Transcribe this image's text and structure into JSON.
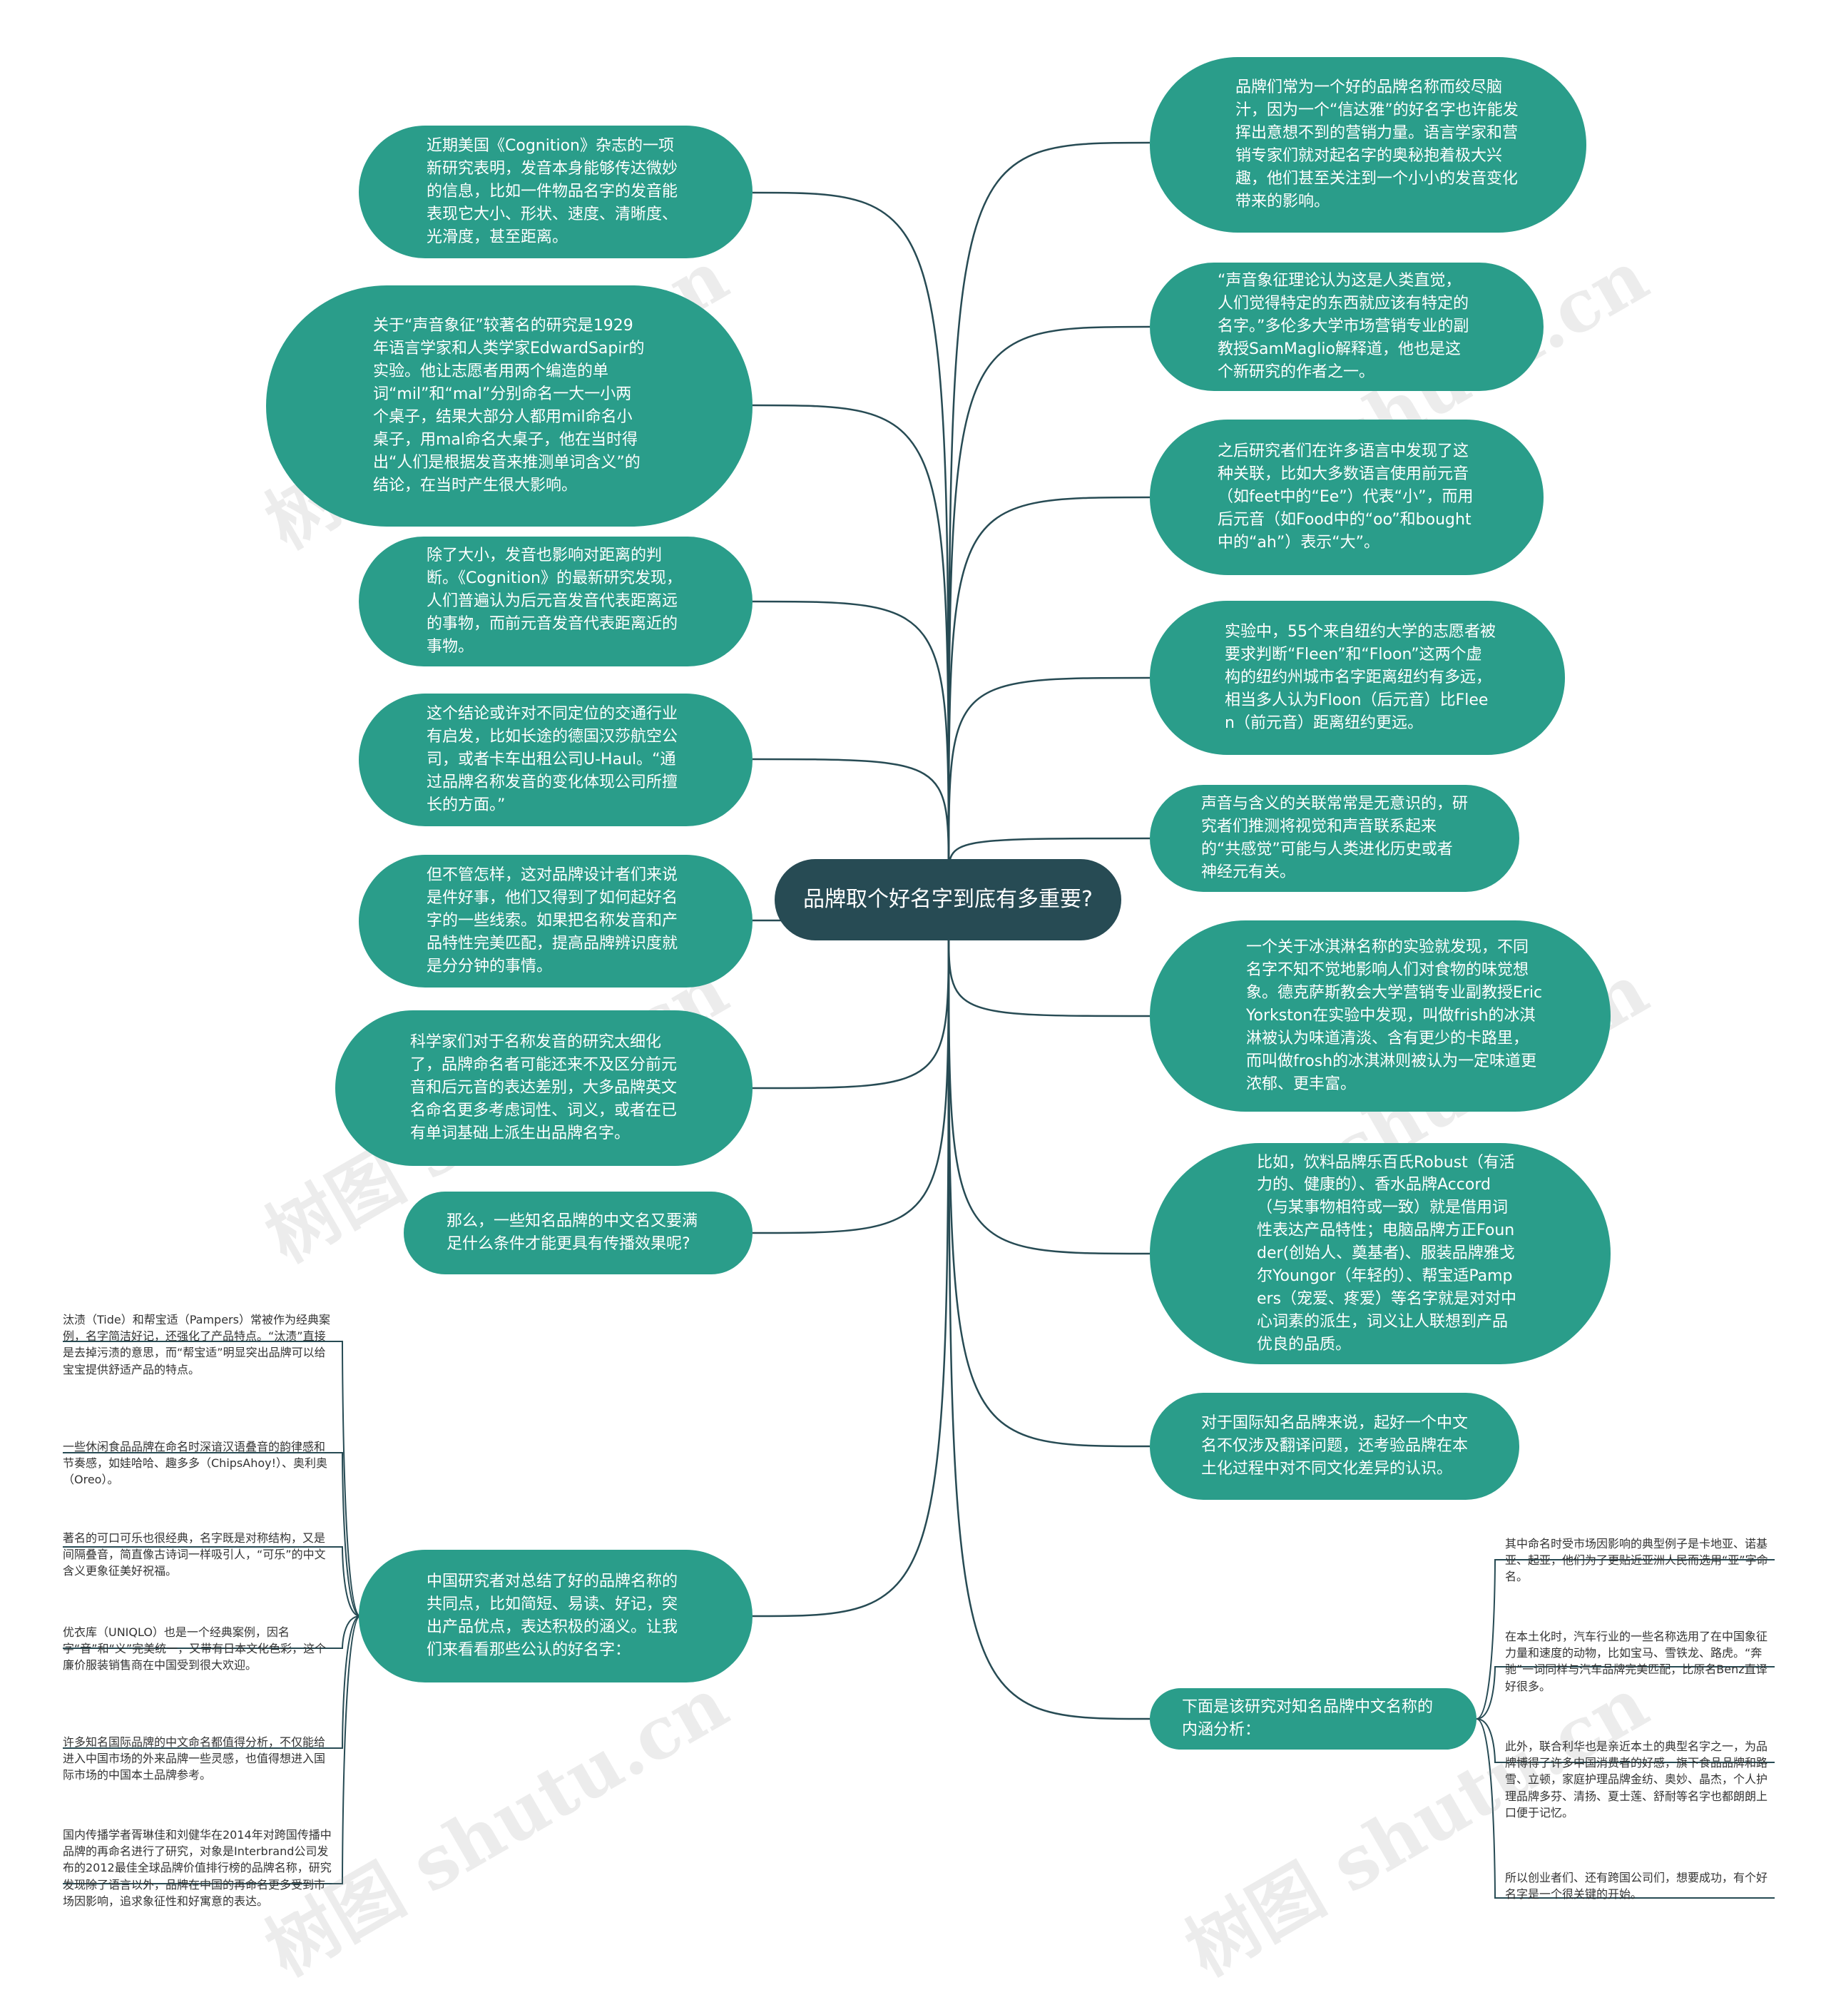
{
  "root": {
    "text": "品牌取个好名字到底有多重要?"
  },
  "left_nodes": [
    {
      "text": "近期美国《Cognition》杂志的一项新研究表明，发音本身能够传达微妙的信息，比如一件物品名字的发音能表现它大小、形状、速度、清晰度、光滑度，甚至距离。"
    },
    {
      "text": "关于“声音象征”较著名的研究是1929年语言学家和人类学家EdwardSapir的实验。他让志愿者用两个编造的单词“mil”和“mal”分别命名一大一小两个桌子，结果大部分人都用mil命名小桌子，用mal命名大桌子，他在当时得出“人们是根据发音来推测单词含义”的结论，在当时产生很大影响。"
    },
    {
      "text": "除了大小，发音也影响对距离的判断。《Cognition》的最新研究发现，人们普遍认为后元音发音代表距离远的事物，而前元音发音代表距离近的事物。"
    },
    {
      "text": "这个结论或许对不同定位的交通行业有启发，比如长途的德国汉莎航空公司，或者卡车出租公司U-Haul。“通过品牌名称发音的变化体现公司所擅长的方面。”"
    },
    {
      "text": "但不管怎样，这对品牌设计者们来说是件好事，他们又得到了如何起好名字的一些线索。如果把名称发音和产品特性完美匹配，提高品牌辨识度就是分分钟的事情。"
    },
    {
      "text": "科学家们对于名称发音的研究太细化了，品牌命名者可能还来不及区分前元音和后元音的表达差别，大多品牌英文名命名更多考虑词性、词义，或者在已有单词基础上派生出品牌名字。"
    },
    {
      "text": "那么，一些知名品牌的中文名又要满足什么条件才能更具有传播效果呢?"
    },
    {
      "text": "中国研究者对总结了好的品牌名称的共同点，比如简短、易读、好记，突出产品优点，表达积极的涵义。让我们来看看那些公认的好名字："
    }
  ],
  "right_nodes": [
    {
      "text": "品牌们常为一个好的品牌名称而绞尽脑汁，因为一个“信达雅”的好名字也许能发挥出意想不到的营销力量。语言学家和营销专家们就对起名字的奥秘抱着极大兴趣，他们甚至关注到一个小小的发音变化带来的影响。"
    },
    {
      "text": "“声音象征理论认为这是人类直觉，人们觉得特定的东西就应该有特定的名字。”多伦多大学市场营销专业的副教授SamMaglio解释道，他也是这个新研究的作者之一。"
    },
    {
      "text": "之后研究者们在许多语言中发现了这种关联，比如大多数语言使用前元音（如feet中的“Ee”）代表“小”，而用后元音（如Food中的“oo”和bought中的“ah”）表示“大”。"
    },
    {
      "text": "实验中，55个来自纽约大学的志愿者被要求判断“Fleen”和“Floon”这两个虚构的纽约州城市名字距离纽约有多远，相当多人认为Floon（后元音）比Fleen（前元音）距离纽约更远。"
    },
    {
      "text": "声音与含义的关联常常是无意识的，研究者们推测将视觉和声音联系起来的“共感觉”可能与人类进化历史或者神经元有关。"
    },
    {
      "text": "一个关于冰淇淋名称的实验就发现，不同名字不知不觉地影响人们对食物的味觉想象。德克萨斯教会大学营销专业副教授EricYorkston在实验中发现，叫做frish的冰淇淋被认为味道清淡、含有更少的卡路里，而叫做frosh的冰淇淋则被认为一定味道更浓郁、更丰富。"
    },
    {
      "text": "比如，饮料品牌乐百氏Robust（有活力的、健康的）、香水品牌Accord（与某事物相符或一致）就是借用词性表达产品特性；电脑品牌方正Founder(创始人、奠基者)、服装品牌雅戈尔Youngor（年轻的）、帮宝适Pampers（宠爱、疼爱）等名字就是对对中心词素的派生，词义让人联想到产品优良的品质。"
    },
    {
      "text": "对于国际知名品牌来说，起好一个中文名不仅涉及翻译问题，还考验品牌在本土化过程中对不同文化差异的认识。"
    },
    {
      "text": "下面是该研究对知名品牌中文名称的内涵分析："
    }
  ],
  "left_leaves": [
    {
      "text": "汰渍（Tide）和帮宝适（Pampers）常被作为经典案例，名字简洁好记，还强化了产品特点。“汰渍”直接是去掉污渍的意思，而“帮宝适”明显突出品牌可以给宝宝提供舒适产品的特点。"
    },
    {
      "text": "一些休闲食品品牌在命名时深谙汉语叠音的韵律感和节奏感，如娃哈哈、趣多多（ChipsAhoy!）、奥利奥（Oreo）。"
    },
    {
      "text": "著名的可口可乐也很经典，名字既是对称结构，又是间隔叠音，简直像古诗词一样吸引人，“可乐”的中文含义更象征美好祝福。"
    },
    {
      "text": "优衣库（UNIQLO）也是一个经典案例，因名字“音”和“义”完美统一，又带有日本文化色彩，这个廉价服装销售商在中国受到很大欢迎。"
    },
    {
      "text": "许多知名国际品牌的中文命名都值得分析，不仅能给进入中国市场的外来品牌一些灵感，也值得想进入国际市场的中国本土品牌参考。"
    },
    {
      "text": "国内传播学者胥琳佳和刘健华在2014年对跨国传播中品牌的再命名进行了研究，对象是Interbrand公司发布的2012最佳全球品牌价值排行榜的品牌名称，研究发现除了语言以外，品牌在中国的再命名更多受到市场因影响，追求象征性和好寓意的表达。"
    }
  ],
  "right_leaves": [
    {
      "text": "其中命名时受市场因影响的典型例子是卡地亚、诺基亚、起亚，他们为了更贴近亚洲人民而选用“亚”字命名。"
    },
    {
      "text": "在本土化时，汽车行业的一些名称选用了在中国象征力量和速度的动物，比如宝马、雪铁龙、路虎。“奔驰”一词同样与汽车品牌完美匹配，比原名Benz直译好很多。"
    },
    {
      "text": "此外，联合利华也是亲近本土的典型名字之一，为品牌博得了许多中国消费者的好感，旗下食品品牌和路雪、立顿，家庭护理品牌金纺、奥妙、晶杰，个人护理品牌多芬、清扬、夏士莲、舒耐等名字也都朗朗上口便于记忆。"
    },
    {
      "text": "所以创业者们、还有跨国公司们，想要成功，有个好名字是一个很关键的开始。"
    }
  ],
  "watermark": {
    "text": "树图 shutu.cn"
  },
  "colors": {
    "node_fill": "#2a9d8a",
    "root_fill": "#274b54",
    "link": "#274b54",
    "leaf_text": "#333333"
  }
}
